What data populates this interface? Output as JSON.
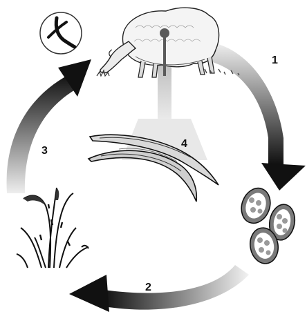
{
  "diagram": {
    "steps": [
      {
        "label": "1"
      },
      {
        "label": "2"
      },
      {
        "label": "3"
      },
      {
        "label": "4"
      }
    ],
    "colors": {
      "arrow_dark": "#111111",
      "arrow_light": "#f0f0f0",
      "ink": "#111111",
      "egg_fill": "#7a7a7a"
    },
    "icons": [
      "sheep-icon",
      "larva-magnified-icon",
      "grass-with-larvae-icon",
      "worm-eggs-icon",
      "adult-worms-icon"
    ]
  }
}
